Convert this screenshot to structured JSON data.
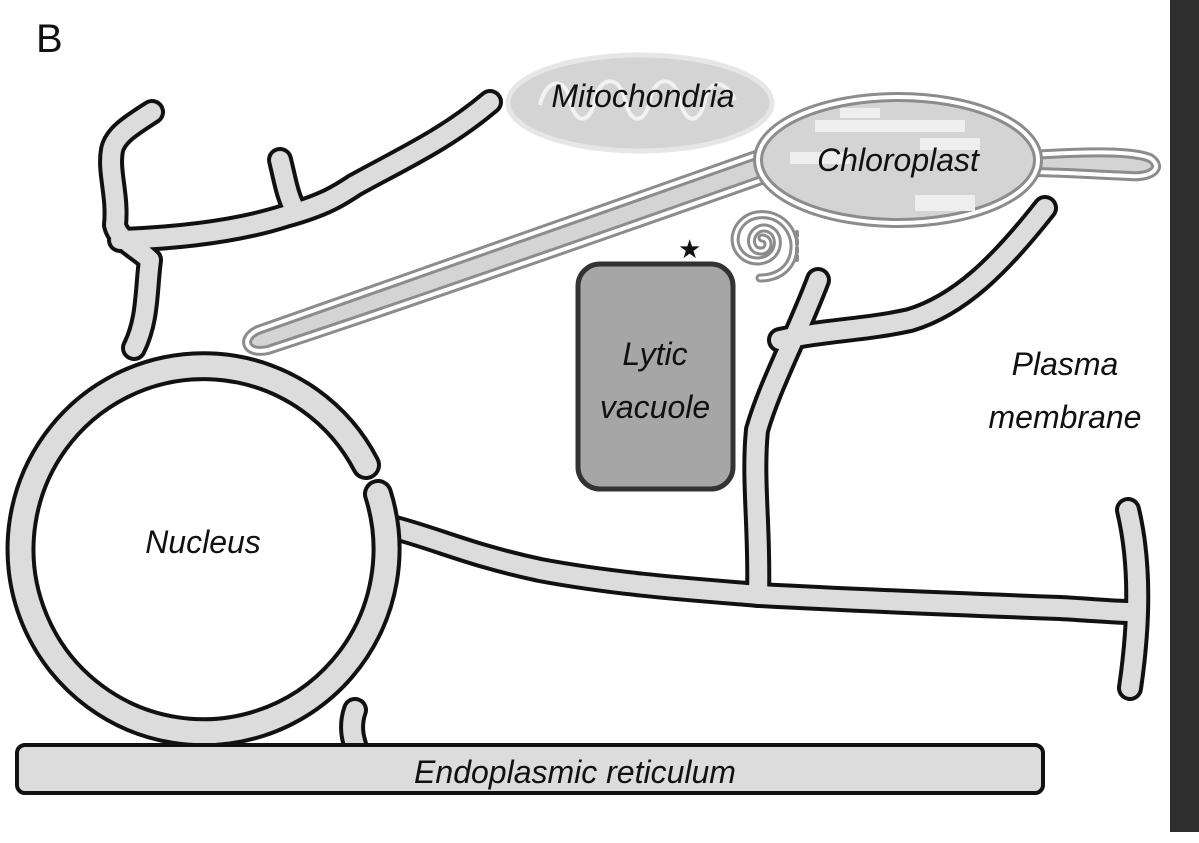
{
  "panel_letter": "B",
  "labels": {
    "mitochondria": "Mitochondria",
    "chloroplast": "Chloroplast",
    "lytic_line1": "Lytic",
    "lytic_line2": "vacuole",
    "plasma_line1": "Plasma",
    "plasma_line2": "membrane",
    "nucleus": "Nucleus",
    "er": "Endoplasmic reticulum"
  },
  "star_symbol": "★",
  "colors": {
    "membrane_fill": "#dcdcdc",
    "outline": "#111111",
    "vacuole_fill": "#a6a6a6",
    "vacuole_stroke": "#333333",
    "plastid_stroke": "#8c8c8c",
    "plasma_bar": "#2e2e2e",
    "mito_fill": "#d4d4d4"
  }
}
